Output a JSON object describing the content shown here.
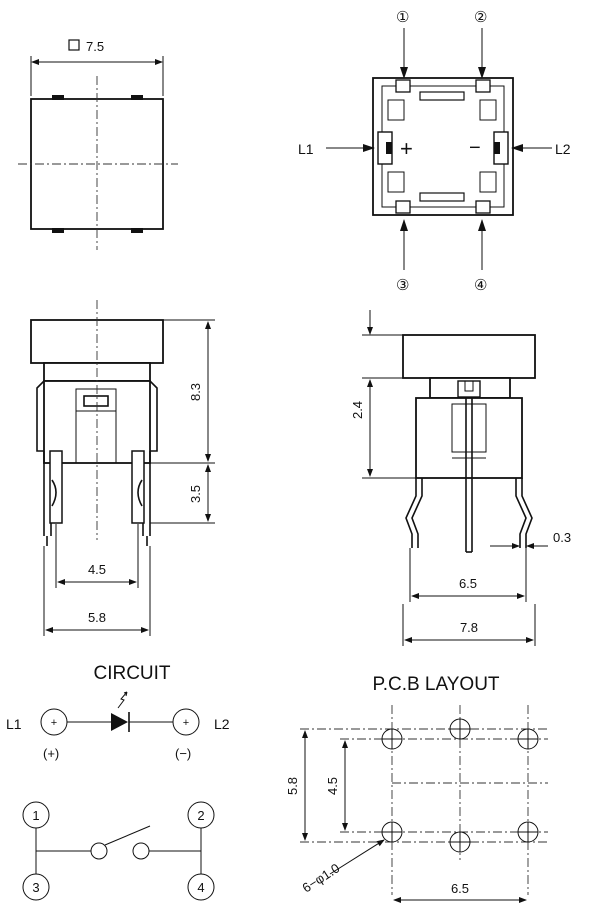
{
  "top_view": {
    "size_label": "7.5",
    "square_symbol": "□"
  },
  "pin_view": {
    "pins": [
      "①",
      "②",
      "③",
      "④"
    ],
    "left_lead": "L1",
    "right_lead": "L2",
    "plus": "+",
    "minus": "−"
  },
  "front_view": {
    "height_label": "8.3",
    "lead_label": "3.5",
    "inner_width": "4.5",
    "outer_width": "5.8"
  },
  "side_view": {
    "height_label": "2.4",
    "lead_thickness": "0.3",
    "inner_width": "6.5",
    "outer_width": "7.8"
  },
  "circuit": {
    "title": "CIRCUIT",
    "left_label": "L1",
    "right_label": "L2",
    "plus_sign": "(+)",
    "minus_sign": "(−)",
    "node_plus": "+",
    "switch_pins": [
      "1",
      "2",
      "3",
      "4"
    ]
  },
  "pcb": {
    "title": "P.C.B LAYOUT",
    "height_label": "5.8",
    "inner_height_label": "4.5",
    "hole_label": "6−φ1.0",
    "width_label": "6.5"
  }
}
